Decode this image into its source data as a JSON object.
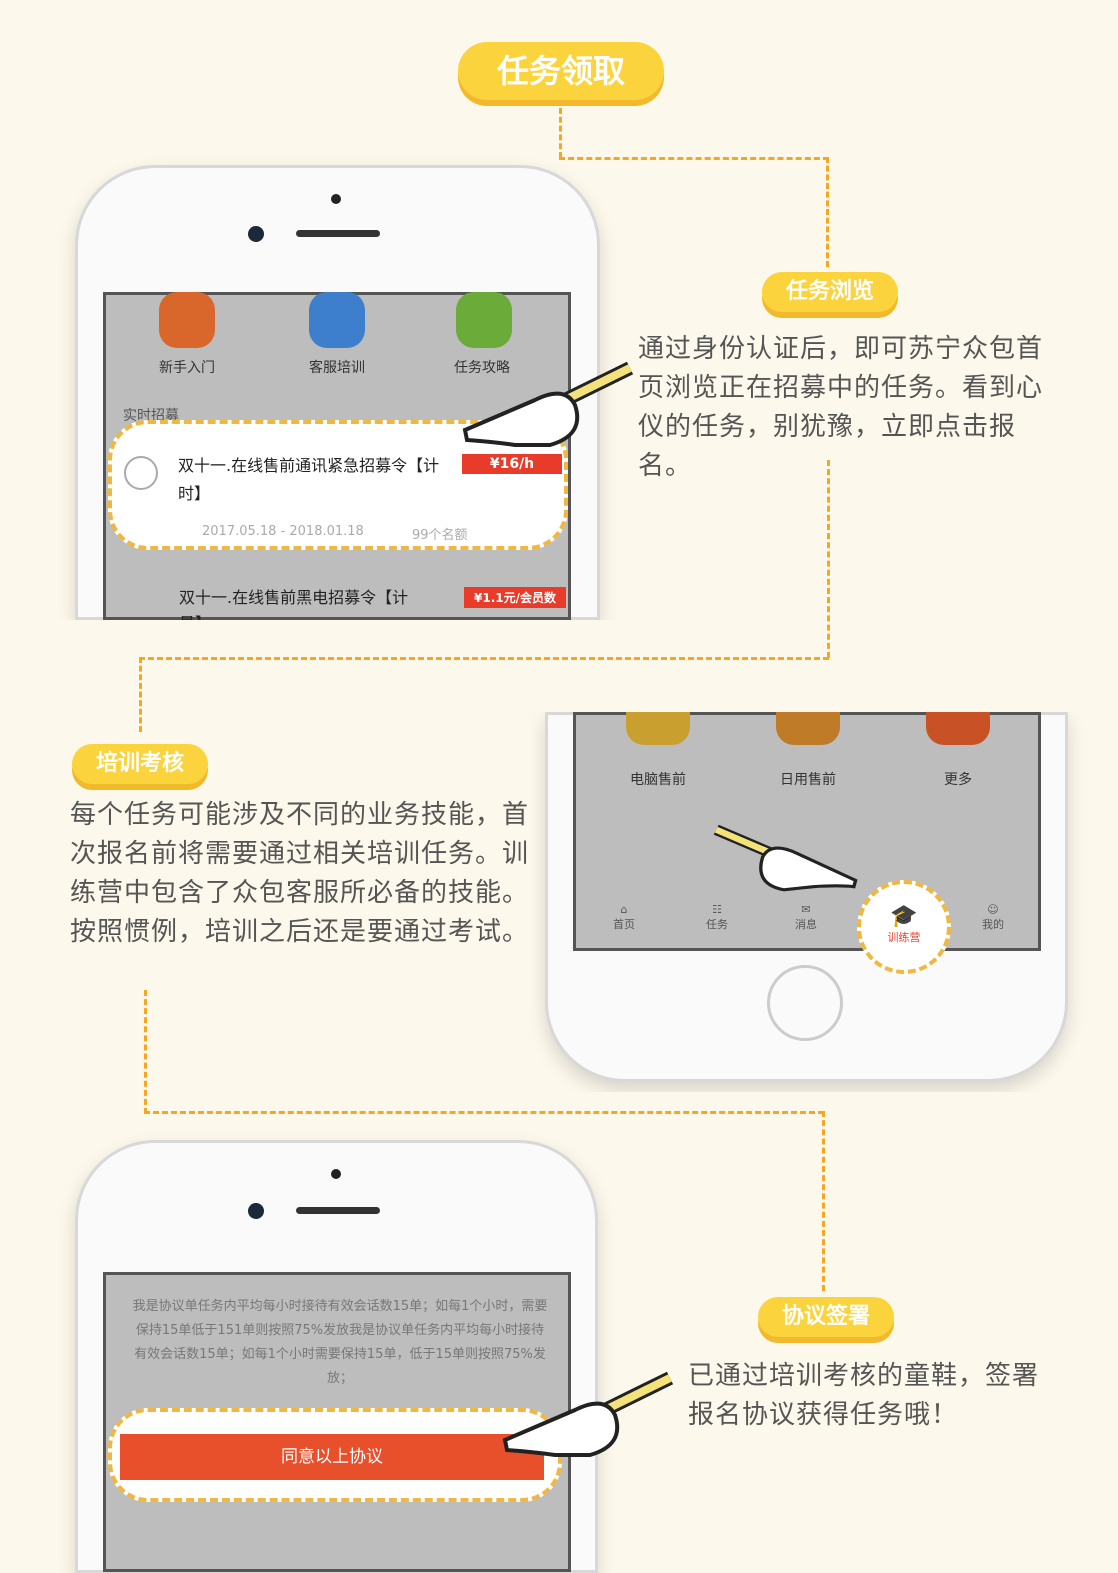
{
  "steps": [
    {
      "title": "任务领取"
    },
    {
      "title": "任务浏览",
      "desc": "通过身份认证后，即可苏宁众包首页浏览正在招募中的任务。看到心仪的任务，别犹豫，立即点击报名。"
    },
    {
      "title": "培训考核",
      "desc": "每个任务可能涉及不同的业务技能，首次报名前将需要通过相关培训任务。训练营中包含了众包客服所必备的技能。按照惯例，培训之后还是要通过考试。"
    },
    {
      "title": "协议签署",
      "desc": "已通过培训考核的童鞋，签署报名协议获得任务哦！"
    }
  ],
  "phone1": {
    "icons": [
      {
        "label": "新手入门",
        "color": "#d9662a"
      },
      {
        "label": "客服培训",
        "color": "#3d7fcc"
      },
      {
        "label": "任务攻略",
        "color": "#6aab3a"
      }
    ],
    "section": "实时招募",
    "tasks": [
      {
        "title": "双十一.在线售前通讯紧急招募令【计时】",
        "price": "¥16/h",
        "dates": "2017.05.18 - 2018.01.18",
        "quota": "99个名额"
      },
      {
        "title": "双十一.在线售前黑电招募令【计量】",
        "price": "¥1.1元/会员数"
      }
    ]
  },
  "phone2": {
    "icons": [
      {
        "label": "电脑售前",
        "color": "#c9a030"
      },
      {
        "label": "日用售前",
        "color": "#c07b28"
      },
      {
        "label": "更多",
        "color": "#c85225"
      }
    ],
    "tabs": [
      {
        "label": "首页",
        "icon": "home-icon"
      },
      {
        "label": "任务",
        "icon": "task-icon"
      },
      {
        "label": "消息",
        "icon": "message-icon"
      },
      {
        "label": "训练营",
        "icon": "graduation-cap-icon",
        "active": true
      },
      {
        "label": "我的",
        "icon": "profile-icon"
      }
    ],
    "accent": "#e8442c"
  },
  "phone3": {
    "agreement": "我是协议单任务内平均每小时接待有效会话数15单；如每1个小时，需要保持15单低于151单则按照75%发放我是协议单任务内平均每小时接待有效会话数15单；如每1个小时需要保持15单，低于15单则按照75%发放；",
    "button": "同意以上协议"
  },
  "colors": {
    "background": "#fdf8ec",
    "cloud": "#fbd33c",
    "dash": "#f5a623",
    "button": "#e8502c"
  }
}
